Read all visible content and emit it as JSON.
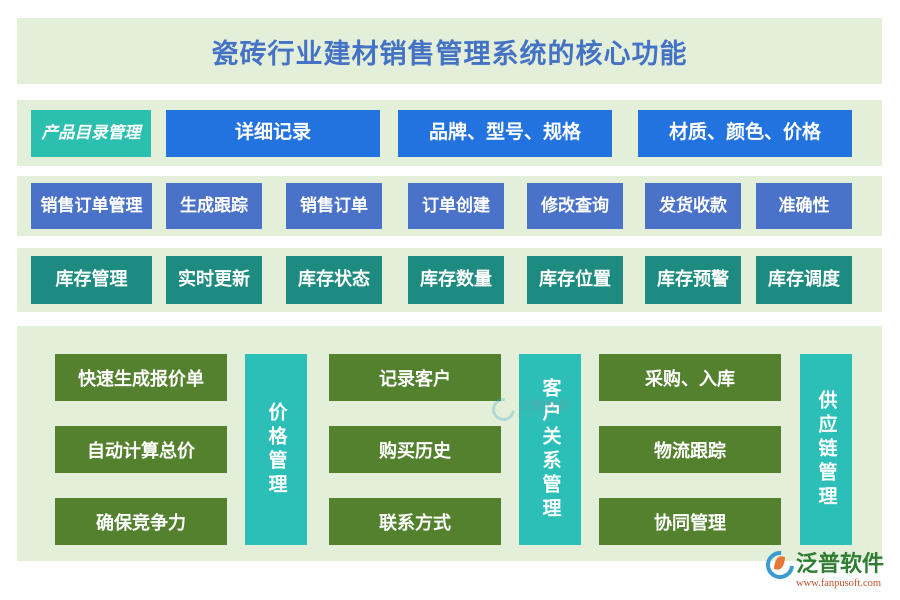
{
  "title": "瓷砖行业建材销售管理系统的核心功能",
  "colors": {
    "panel_bg": "#E4EFDA",
    "title_text": "#4472C4",
    "teal_light": "#2BBFB8",
    "blue_bright": "#2272E0",
    "blue_slate": "#4A72C8",
    "teal_dark": "#1D8B7F",
    "green_olive": "#53812E",
    "page_bg": "#FFFFFF"
  },
  "rows": [
    {
      "name": "product-catalog-row",
      "lead": "产品目录管理",
      "items": [
        "详细记录",
        "品牌、型号、规格",
        "材质、颜色、价格"
      ]
    },
    {
      "name": "sales-order-row",
      "lead": "销售订单管理",
      "items": [
        "生成跟踪",
        "销售订单",
        "订单创建",
        "修改查询",
        "发货收款",
        "准确性"
      ]
    },
    {
      "name": "inventory-row",
      "lead": "库存管理",
      "items": [
        "实时更新",
        "库存状态",
        "库存数量",
        "库存位置",
        "库存预警",
        "库存调度"
      ]
    }
  ],
  "bottom_groups": [
    {
      "name": "price-management",
      "label": "价格管理",
      "label_position": "right",
      "items": [
        "快速生成报价单",
        "自动计算总价",
        "确保竞争力"
      ]
    },
    {
      "name": "customer-relationship-management",
      "label": "客户关系管理",
      "label_position": "right",
      "items": [
        "记录客户",
        "购买历史",
        "联系方式"
      ]
    },
    {
      "name": "supply-chain-management",
      "label": "供应链管理",
      "label_position": "right",
      "items": [
        "采购、入库",
        "物流跟踪",
        "协同管理"
      ]
    }
  ],
  "watermark": {
    "text": "泛普软件",
    "sub": "FANPUSOFT"
  },
  "logo": {
    "name": "泛普软件",
    "url": "www.fanpusoft.com"
  }
}
